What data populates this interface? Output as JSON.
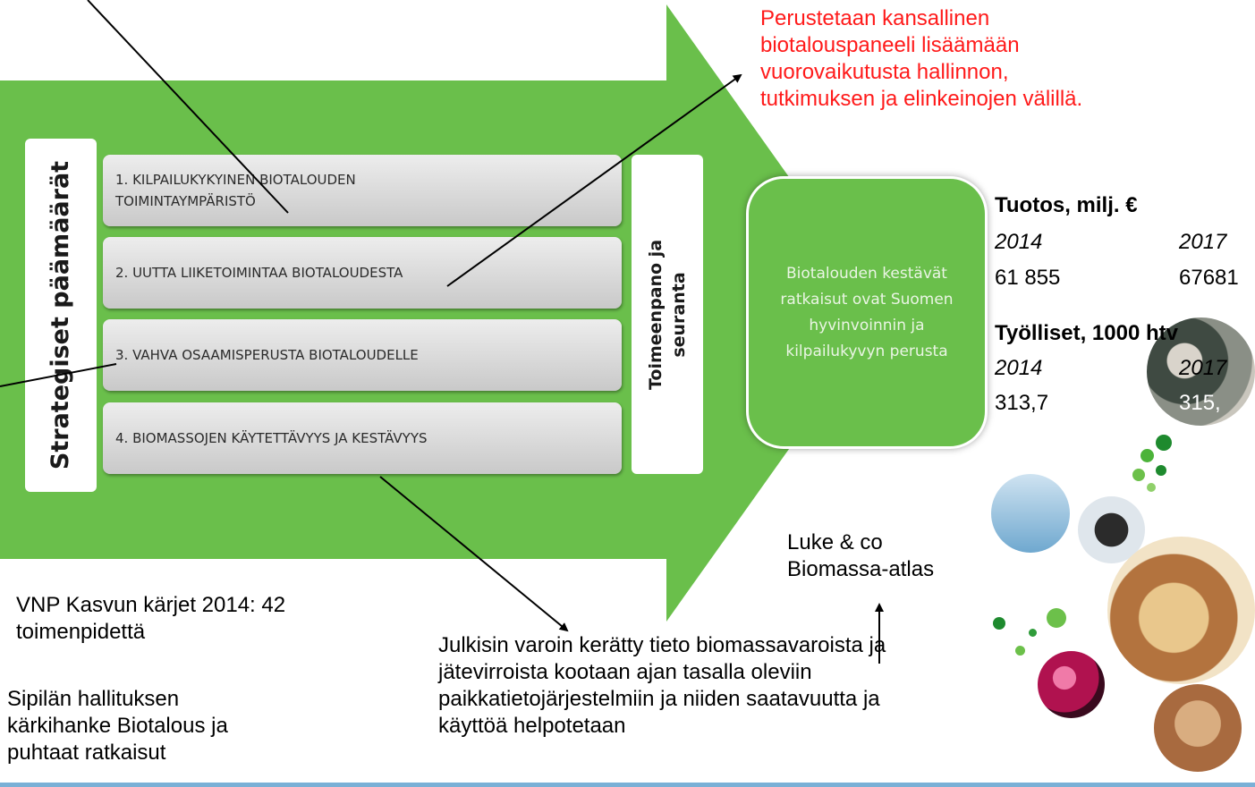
{
  "left_label": "Strategiset päämäärät",
  "implementation_label_line1": "Toimeenpano ja",
  "implementation_label_line2": "seuranta",
  "goals": [
    {
      "line1": "1. KILPAILUKYKYINEN BIOTALOUDEN",
      "line2": "TOIMINTAYMPÄRISTÖ"
    },
    {
      "line1": "2. UUTTA LIIKETOIMINTAA BIOTALOUDESTA",
      "line2": ""
    },
    {
      "line1": "3. VAHVA OSAAMISPERUSTA BIOTALOUDELLE",
      "line2": ""
    },
    {
      "line1": "4. BIOMASSOJEN KÄYTETTÄVYYS JA KESTÄVYYS",
      "line2": ""
    }
  ],
  "result_text": "Biotalouden kestävät ratkaisut ovat Suomen hyvinvoinnin ja kilpailukyvyn perusta",
  "red_note_lines": [
    "Perustetaan kansallinen",
    "biotalouspaneeli lisäämään",
    "vuorovaikutusta hallinnon,",
    "tutkimuksen ja elinkeinojen välillä."
  ],
  "output": {
    "title": "Tuotos, milj. €",
    "year_a": "2014",
    "year_b": "2017",
    "value_a": "61 855",
    "value_b": "67681"
  },
  "employment": {
    "title": "Työlliset, 1000 htv",
    "year_a": "2014",
    "year_b": "2017",
    "value_a": "313,7",
    "value_b": "315,"
  },
  "luke_lines": [
    "Luke & co",
    "Biomassa-atlas"
  ],
  "vnp_lines": [
    "VNP Kasvun kärjet 2014: 42",
    "toimenpidettä"
  ],
  "sipila_lines": [
    "Sipilän hallituksen",
    "kärkihanke Biotalous ja",
    "puhtaat ratkaisut"
  ],
  "bottom_lines": [
    "Julkisin varoin kerätty tieto biomassavaroista ja",
    "jätevirroista kootaan ajan tasalla oleviin",
    "paikkatietojärjestelmiin ja niiden saatavuutta ja",
    "käyttöä helpotetaan"
  ],
  "colors": {
    "arrow": "#6abf4b",
    "red_note": "#ff1a1a",
    "bottom_bar": "#7ab0d6"
  }
}
